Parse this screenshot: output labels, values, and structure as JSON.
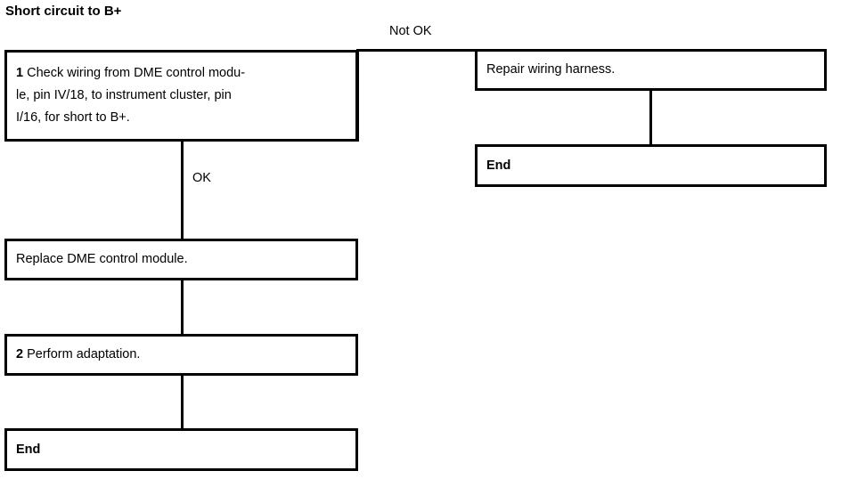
{
  "diagram": {
    "type": "flowchart",
    "title": "Short circuit to B+",
    "nodes": {
      "check_wiring": {
        "step_number": "1",
        "text": "Check wiring from DME control modu-le, pin IV/18, to instrument cluster, pin I/16, for short to B+.",
        "line1_prefix": "1",
        "line1": "Check wiring from DME control modu-",
        "line2": "le, pin IV/18, to instrument cluster, pin",
        "line3": "I/16, for short to B+."
      },
      "repair_harness": {
        "text": "Repair wiring harness."
      },
      "end_right": {
        "text": "End"
      },
      "replace_module": {
        "text": "Replace DME control module."
      },
      "perform_adaptation": {
        "step_number": "2",
        "line1_prefix": "2",
        "line1": "Perform adaptation."
      },
      "end_left": {
        "text": "End"
      }
    },
    "edge_labels": {
      "not_ok": "Not OK",
      "ok": "OK"
    },
    "colors": {
      "stroke": "#000000",
      "fill": "#ffffff",
      "text": "#000000"
    }
  }
}
